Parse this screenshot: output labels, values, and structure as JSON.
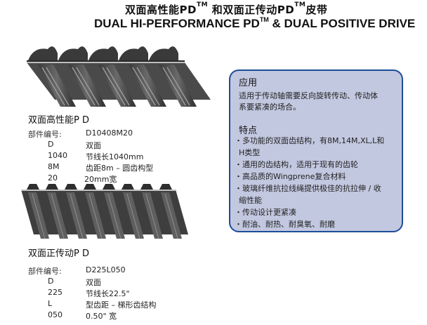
{
  "header": {
    "title_cn_part1": "双面高性能PD",
    "title_cn_tm1": "TM",
    "title_cn_part2": " 和双面正传动PD",
    "title_cn_tm2": "TM",
    "title_cn_part3": "皮带",
    "title_en_part1": "DUAL HI-PERFORMANCE PD",
    "title_en_tm": "TM",
    "title_en_part2": " & DUAL POSITIVE DRIVE"
  },
  "product1": {
    "image": "dual-hi-performance-belt-image",
    "title": "双面高性能P D",
    "part_label": "部件编号:",
    "part_number": "D10408M20",
    "specs": [
      {
        "code": "D",
        "desc": "双面"
      },
      {
        "code": "1040",
        "desc": "节线长1040mm"
      },
      {
        "code": "8M",
        "desc": "齿距8m – 圆齿构型"
      },
      {
        "code": "20",
        "desc": "20mm宽"
      }
    ]
  },
  "product2": {
    "image": "dual-positive-drive-belt-image",
    "title": "双面正传动P D",
    "part_label": "部件编号:",
    "part_number": "D225L050",
    "specs": [
      {
        "code": "D",
        "desc": "双面"
      },
      {
        "code": "225",
        "desc": "节线长22.5\""
      },
      {
        "code": "L",
        "desc": "型齿距 – 梯形齿结构"
      },
      {
        "code": "050",
        "desc": " 0.50\" 宽"
      }
    ]
  },
  "panel": {
    "application_title": "应用",
    "application_lines": [
      "适用于传动轴需要反向旋转传动、传动体",
      "系要紧凑的场合。"
    ],
    "features_title": "特点",
    "feature_lines": [
      "・多功能的双面齿结构，有8M,14M,XL,L和",
      "H类型",
      "・通用的齿结构，适用于现有的齿轮",
      "・高品质的Wingprene复合材料",
      "・玻璃纤维抗拉线绳提供极佳的抗拉伸 / 收",
      "缩性能",
      "・传动设计更紧凑",
      "・耐油、耐热、耐臭氧、耐磨"
    ],
    "bg_color": "#c2c8e0",
    "border_color": "#1c4d98"
  }
}
